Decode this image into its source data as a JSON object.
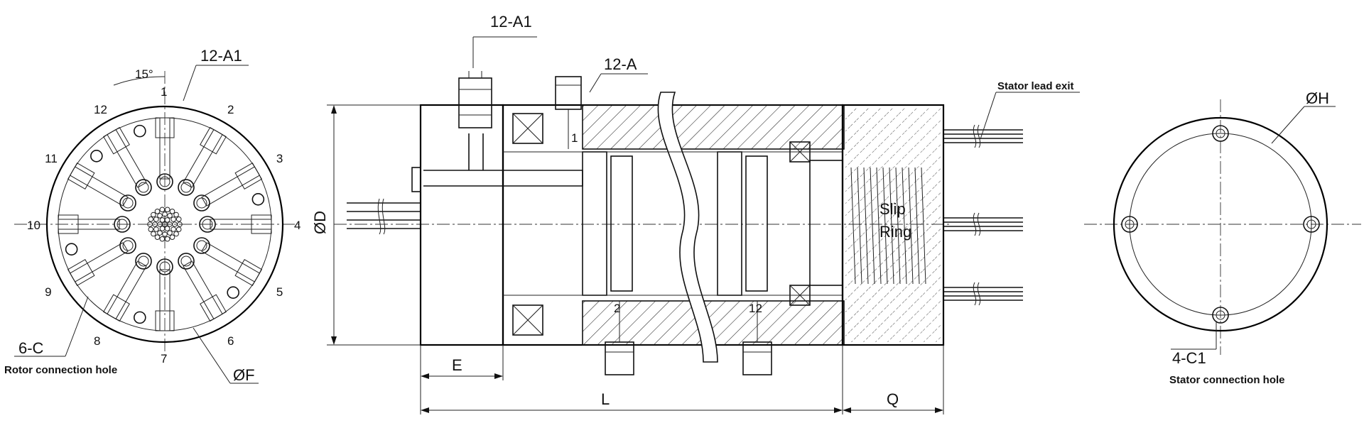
{
  "labels": {
    "left_top_callout": "12-A1",
    "angle": "15°",
    "hole_numbers": [
      "1",
      "2",
      "3",
      "4",
      "5",
      "6",
      "7",
      "8",
      "9",
      "10",
      "11",
      "12"
    ],
    "rotor_hole_count": "6-C",
    "rotor_hole_caption": "Rotor connection hole",
    "diameter_f": "ØF",
    "side_top_callout_1": "12-A1",
    "side_top_callout_2": "12-A",
    "diameter_d": "ØD",
    "dim_e": "E",
    "dim_l": "L",
    "dim_q": "Q",
    "port_top": "1",
    "port_bottom_left": "2",
    "port_bottom_right": "12",
    "slip_ring_line1": "Slip",
    "slip_ring_line2": "Ring",
    "stator_lead": "Stator lead exit",
    "diameter_h": "ØH",
    "stator_hole_count": "4-C1",
    "stator_hole_caption": "Stator connection hole"
  },
  "colors": {
    "line": "#111111",
    "background": "#ffffff"
  }
}
